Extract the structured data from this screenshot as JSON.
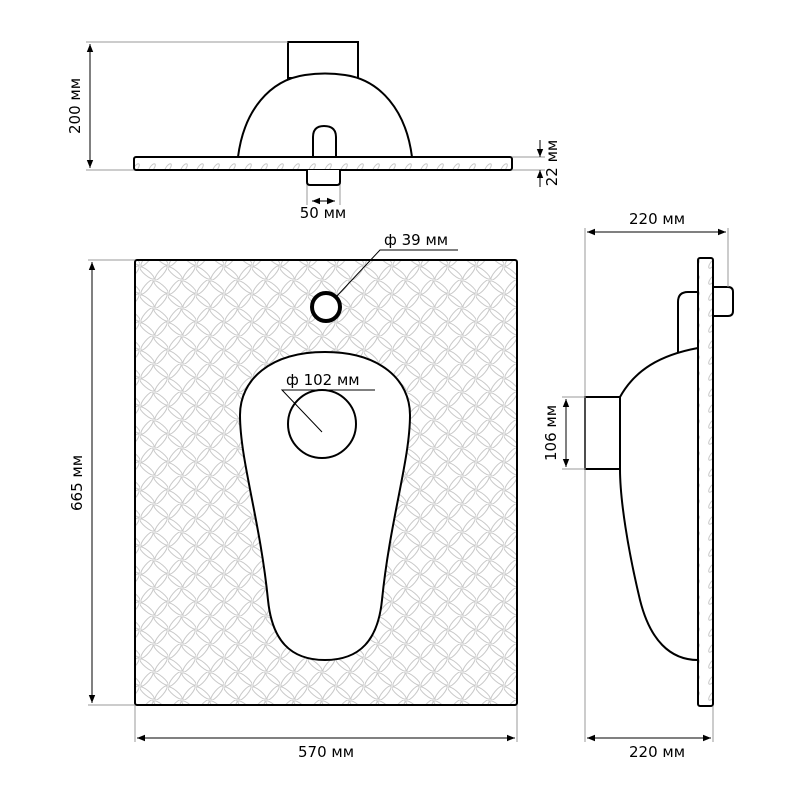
{
  "top_view": {
    "height_label": "200 мм",
    "plate_thickness_label": "22 мм",
    "outlet_width_label": "50 мм"
  },
  "front_view": {
    "inlet_diameter_label": "ф 39 мм",
    "drain_diameter_label": "ф 102 мм",
    "height_label": "665 мм",
    "width_label": "570 мм"
  },
  "side_view": {
    "top_depth_label": "220 мм",
    "bottom_depth_label": "220 мм",
    "outlet_height_label": "106 мм"
  },
  "colors": {
    "outline": "#000000",
    "dimension": "#9a9a9a",
    "pattern": "#c8c8c8"
  }
}
